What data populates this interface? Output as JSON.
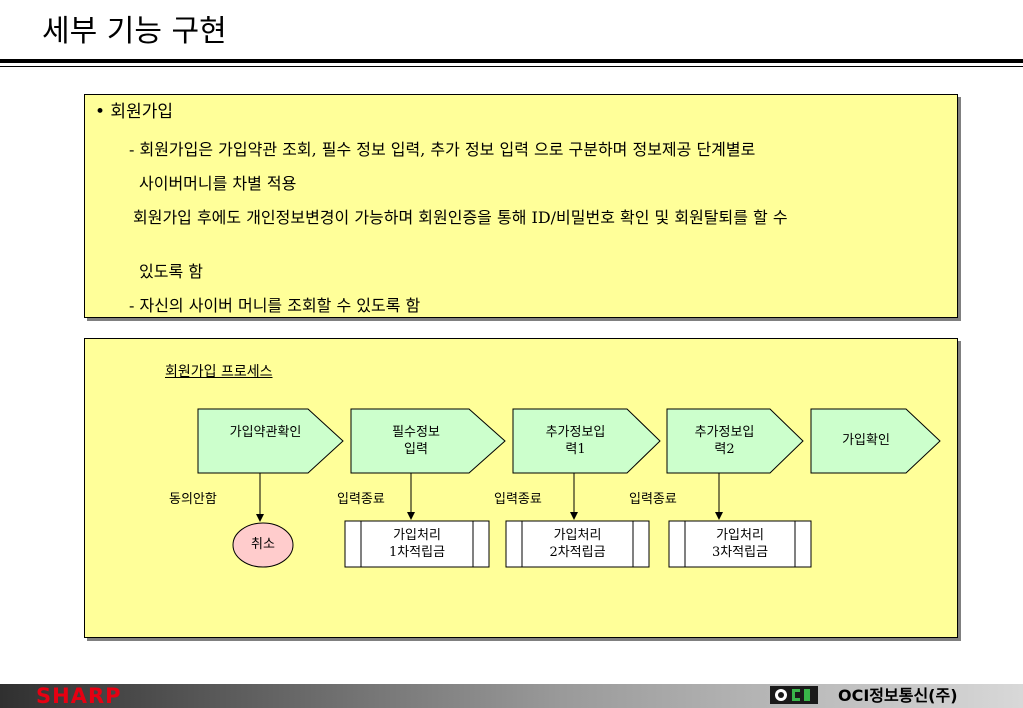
{
  "title": "세부 기능 구현",
  "box1": {
    "bullet": "• 회원가입",
    "lines": [
      "- 회원가입은 가입약관 조회, 필수 정보 입력, 추가 정보 입력 으로 구분하며 정보제공 단계별로",
      "사이버머니를 차별 적용",
      "회원가입 후에도 개인정보변경이 가능하며 회원인증을 통해 ID/비밀번호 확인 및 회원탈퇴를 할 수",
      "있도록 함",
      "- 자신의 사이버 머니를 조회할 수 있도록 함"
    ]
  },
  "process": {
    "title": "회원가입 프로세스",
    "steps": [
      "가입약관확인",
      "필수정보\n입력",
      "추가정보입\n력1",
      "추가정보입\n력2",
      "가입확인"
    ],
    "branch_labels": [
      "동의안함",
      "입력종료",
      "입력종료",
      "입력종료"
    ],
    "cancel": "취소",
    "processes": [
      "가입처리\n1차적립금",
      "가입처리\n2차적립금",
      "가입처리\n3차적립금"
    ]
  },
  "footer": {
    "left_logo": "SHARP",
    "right_logo": "OCI",
    "right_text": "OCI정보통신(주)"
  }
}
